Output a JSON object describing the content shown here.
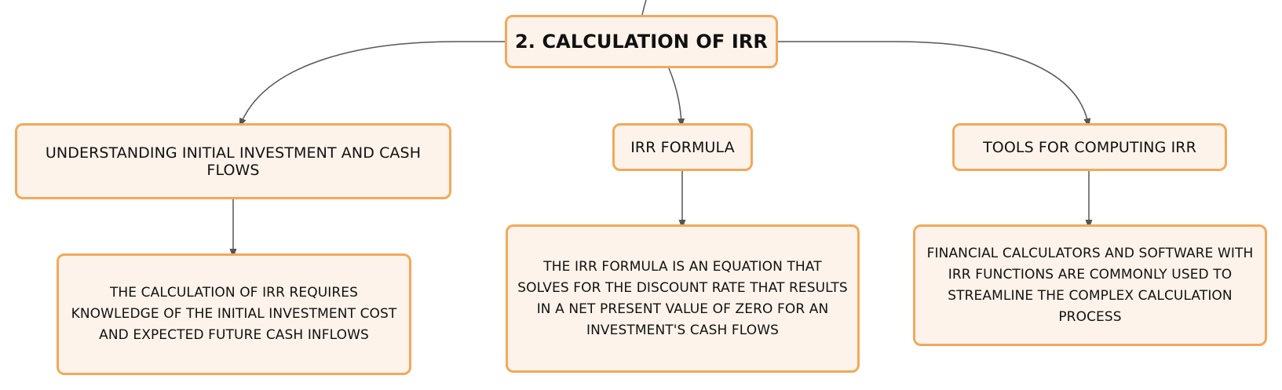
{
  "diagram": {
    "root": {
      "label": "2. CALCULATION OF IRR"
    },
    "branches": [
      {
        "label": "UNDERSTANDING INITIAL INVESTMENT AND CASH FLOWS",
        "detail": "THE CALCULATION OF IRR REQUIRES KNOWLEDGE OF THE INITIAL INVESTMENT COST AND EXPECTED FUTURE CASH INFLOWS"
      },
      {
        "label": "IRR FORMULA",
        "detail": "THE IRR FORMULA IS AN EQUATION THAT SOLVES FOR THE DISCOUNT RATE THAT RESULTS IN A NET PRESENT VALUE OF ZERO FOR AN INVESTMENT'S CASH FLOWS"
      },
      {
        "label": "TOOLS FOR COMPUTING IRR",
        "detail": "FINANCIAL CALCULATORS AND SOFTWARE WITH IRR FUNCTIONS ARE COMMONLY USED TO STREAMLINE THE COMPLEX CALCULATION PROCESS"
      }
    ]
  },
  "colors": {
    "node_fill": "#fdf3ea",
    "node_border": "#f2a95b",
    "connector": "#555555"
  }
}
